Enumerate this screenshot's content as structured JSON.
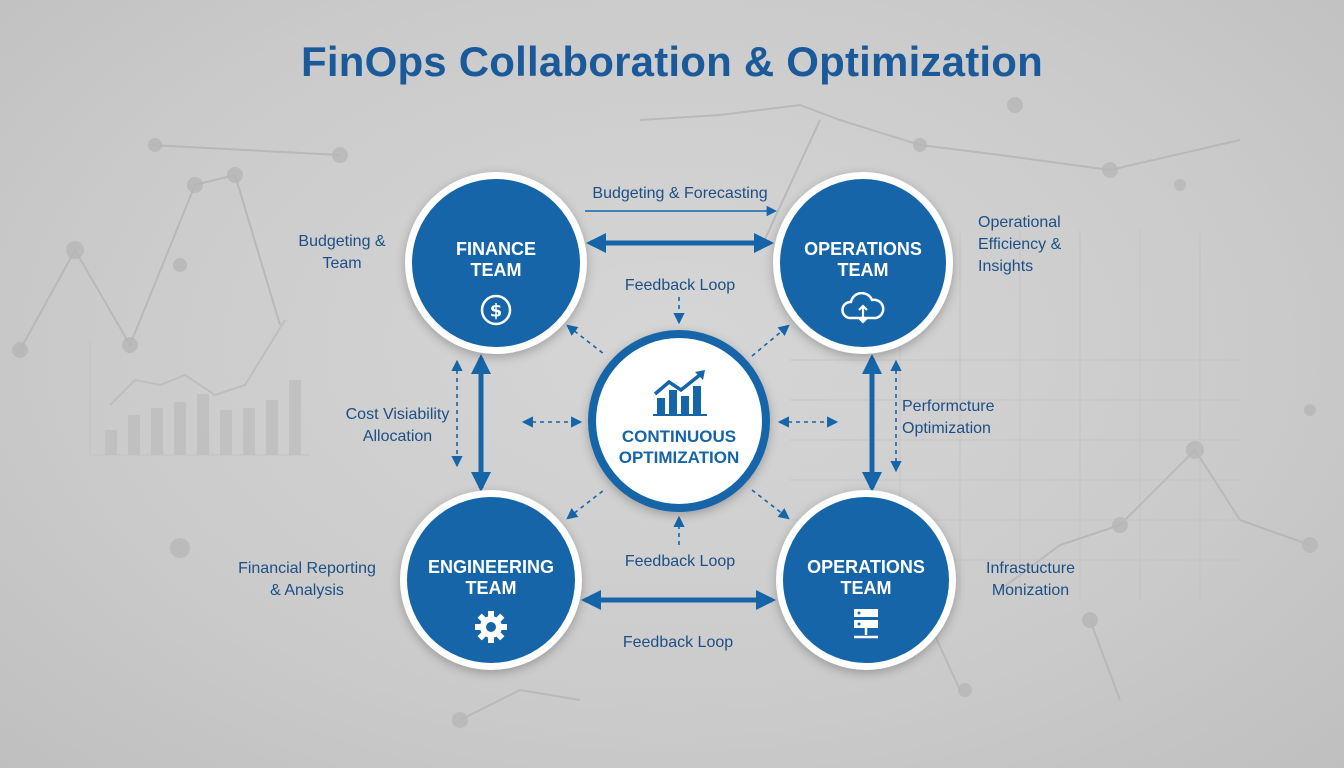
{
  "title": "FinOps Collaboration & Optimization",
  "colors": {
    "primary": "#1565a8",
    "title": "#1b5a9a",
    "text": "#1d4f86",
    "background": "#cbcbcb"
  },
  "nodes": {
    "finance": {
      "line1": "FINANCE",
      "line2": "TEAM",
      "icon": "dollar-icon"
    },
    "operations_top": {
      "line1": "OPERATIONS",
      "line2": "TEAM",
      "icon": "cloud-icon"
    },
    "engineering": {
      "line1": "ENGINEERING",
      "line2": "TEAM",
      "icon": "gear-icon"
    },
    "operations_bottom": {
      "line1": "OPERATIONS",
      "line2": "TEAM",
      "icon": "server-icon"
    },
    "center": {
      "line1": "CONTINUOUS",
      "line2": "OPTIMIZATION",
      "icon": "chart-trend-icon"
    }
  },
  "annotations": {
    "top_arrow": "Budgeting & Forecasting",
    "finance_side": [
      "Budgeting &",
      "Team"
    ],
    "ops_top_side": [
      "Operational",
      "Efficiency &",
      "Insights"
    ],
    "feedback_top": "Feedback Loop",
    "left_arrow": [
      "Cost Visiability",
      "Allocation"
    ],
    "right_arrow": [
      "Performcture",
      "Optimization"
    ],
    "feedback_middle": "Feedback Loop",
    "engineering_side": [
      "Financial Reporting",
      "& Analysis"
    ],
    "ops_bottom_side": [
      "Infrastucture",
      "Monization"
    ],
    "feedback_bottom": "Feedback Loop"
  }
}
